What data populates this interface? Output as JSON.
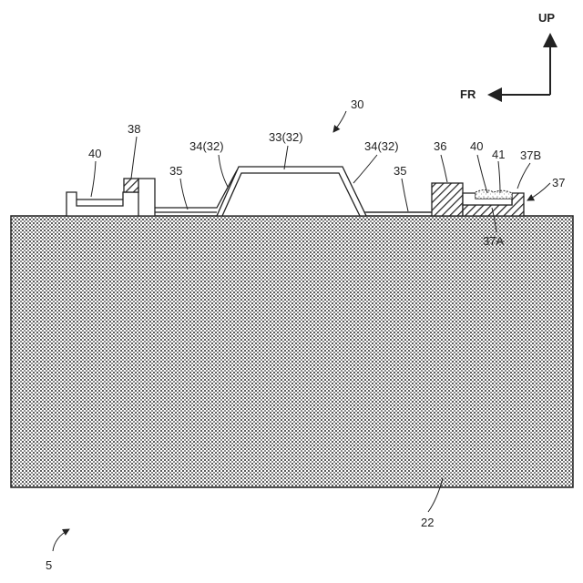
{
  "labels": {
    "up": "UP",
    "fr": "FR",
    "l30": "30",
    "l33": "33(32)",
    "l34_left": "34(32)",
    "l34_right": "34(32)",
    "l35_left": "35",
    "l35_right": "35",
    "l36": "36",
    "l37": "37",
    "l37A": "37A",
    "l37B": "37B",
    "l38": "38",
    "l40_left": "40",
    "l40_right": "40",
    "l41": "41",
    "l22": "22",
    "l5": "5"
  },
  "colors": {
    "line": "#222222",
    "substrate_dots": "#555555",
    "background": "#ffffff"
  }
}
